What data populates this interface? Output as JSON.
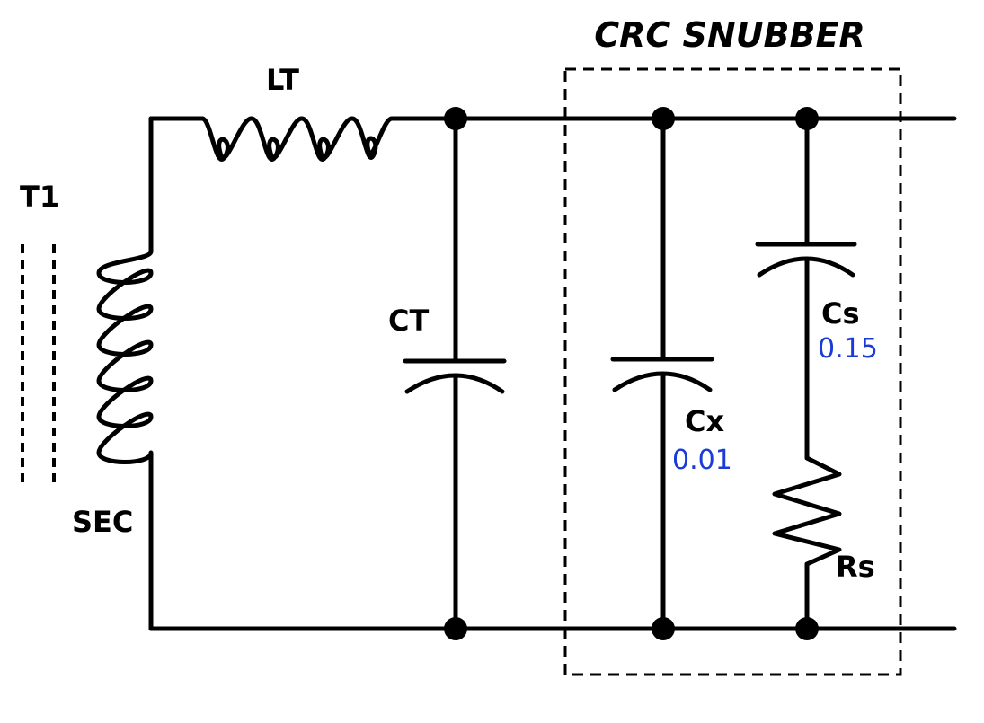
{
  "title": "CRC SNUBBER",
  "labels": {
    "transformer": "T1",
    "secondary": "SEC",
    "inductor": "LT",
    "tank_capacitor": "CT",
    "snubber_cap_x": "Cx",
    "snubber_cap_s": "Cs",
    "snubber_resistor": "Rs"
  },
  "annotations": {
    "cx_value": "0.01",
    "cs_value": "0.15"
  },
  "colors": {
    "ink": "#000000",
    "handwriting": "#1a3bd8",
    "background": "#ffffff"
  }
}
